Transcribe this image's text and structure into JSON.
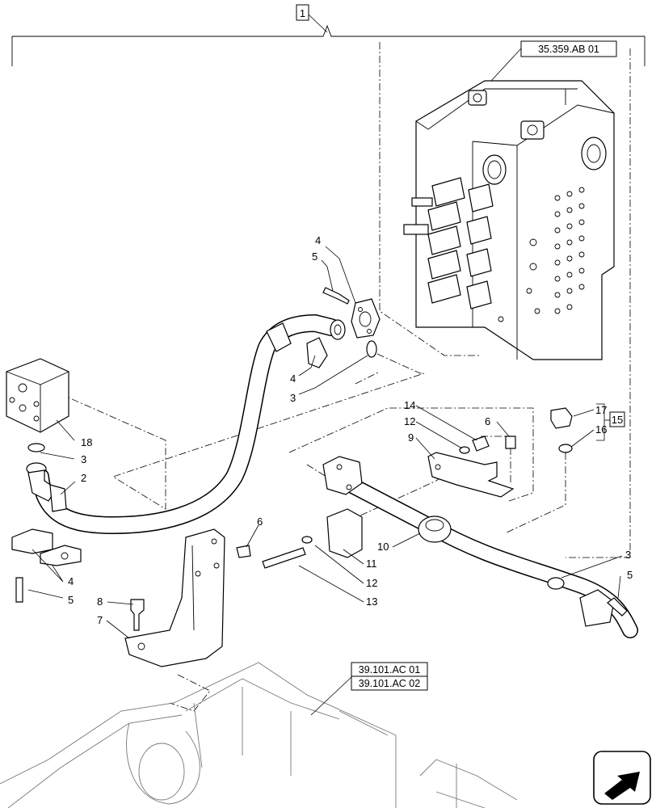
{
  "diagram": {
    "assembly_callout": "1",
    "references": {
      "control_valve": "35.359.AB 01",
      "frame_1": "39.101.AC 01",
      "frame_2": "39.101.AC 02"
    },
    "kit_callout": "15",
    "callouts": {
      "c4_top": "4",
      "c5_top": "5",
      "c4_mid": "4",
      "c3_mid": "3",
      "c18": "18",
      "c3_left": "3",
      "c2": "2",
      "c4_left": "4",
      "c5_left": "5",
      "c14": "14",
      "c12_top": "12",
      "c6_top": "6",
      "c9": "9",
      "c17": "17",
      "c16": "16",
      "c6_mid": "6",
      "c10": "10",
      "c11": "11",
      "c12_low": "12",
      "c13": "13",
      "c8": "8",
      "c7": "7",
      "c3_right": "3",
      "c5_right": "5"
    },
    "icons": {
      "navigation": "navigation-arrow-icon"
    }
  }
}
